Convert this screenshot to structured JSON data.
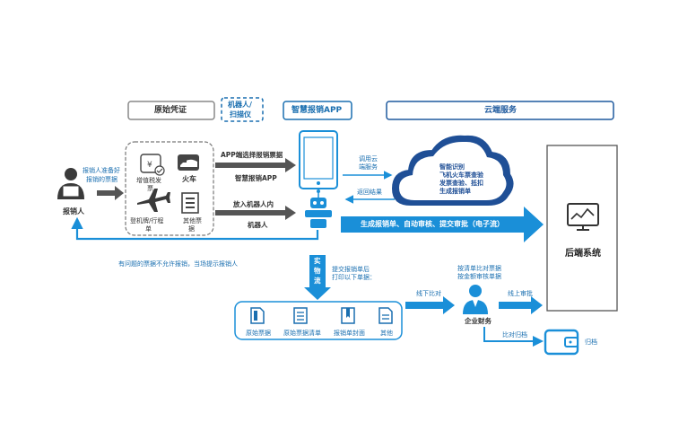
{
  "headers": {
    "original_voucher": "原始凭证",
    "robot_scanner_line1": "机器人/",
    "robot_scanner_line2": "扫描仪",
    "smart_app": "智慧报销APP",
    "cloud_service": "云端服务"
  },
  "person": {
    "name": "报销人",
    "note_line1": "报销人准备好",
    "note_line2": "报销的票据"
  },
  "tickets": {
    "vat_invoice_line1": "增值税发",
    "vat_invoice_line2": "票",
    "train": "火车",
    "boarding_line1": "登机牌/行程",
    "boarding_line2": "单",
    "other_line1": "其他票",
    "other_line2": "据"
  },
  "flows": {
    "app_select": "APP端选择报销票据",
    "smart_app": "智慧报销APP",
    "put_in_robot": "放入机器人内",
    "robot": "机器人",
    "call_cloud_line1": "调用云",
    "call_cloud_line2": "端服务",
    "return_result": "返回结果",
    "generate": "生成报销单、自动审核、提交审批（电子流）",
    "reject_note": "有问题的票据不允许报销，当场提示报销人",
    "physical_line1": "实",
    "physical_line2": "物",
    "physical_line3": "流",
    "print_line1": "提交报销单后",
    "print_line2": "打印以下单据：",
    "offline_compare": "线下比对",
    "online_approve": "线上审批",
    "finance_line1": "按清单比对票据",
    "finance_line2": "按金额审核单据",
    "finance": "企业财务",
    "compare_archive": "比对归档",
    "archive": "归档"
  },
  "cloud": {
    "items": [
      "智能识别",
      "飞机火车票查验",
      "发票查验、抵扣",
      "生成报销单"
    ]
  },
  "backend": {
    "title": "后端系统"
  },
  "documents": {
    "items": [
      "原始票据",
      "原始票据清单",
      "报销单封面",
      "其他"
    ]
  },
  "colors": {
    "accent": "#1a8fd8",
    "dark_blue": "#1f5a9e",
    "gray_arrow": "#555555"
  }
}
